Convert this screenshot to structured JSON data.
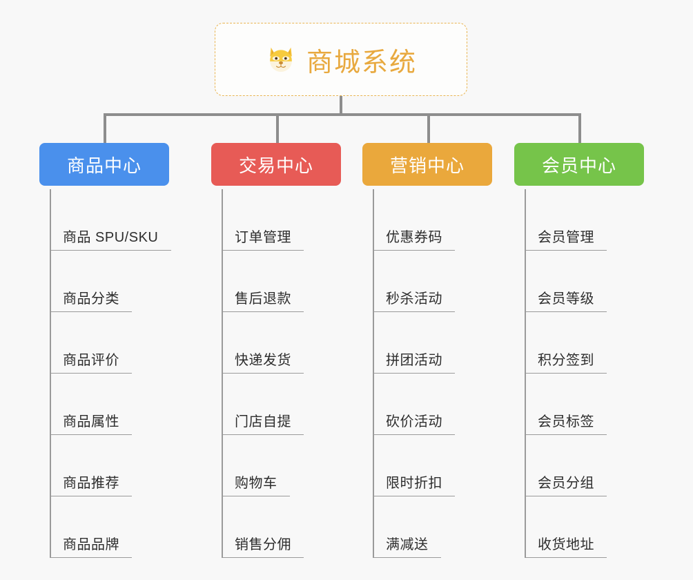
{
  "root": {
    "title": "商城系统",
    "icon": "shiba-dog-face-emoji",
    "title_color": "#e8a93f",
    "border_color": "#e9b552"
  },
  "categories": [
    {
      "label": "商品中心",
      "color": "#4a90ec",
      "items": [
        "商品 SPU/SKU",
        "商品分类",
        "商品评价",
        "商品属性",
        "商品推荐",
        "商品品牌"
      ]
    },
    {
      "label": "交易中心",
      "color": "#e75b56",
      "items": [
        "订单管理",
        "售后退款",
        "快递发货",
        "门店自提",
        "购物车",
        "销售分佣"
      ]
    },
    {
      "label": "营销中心",
      "color": "#eaa83c",
      "items": [
        "优惠券码",
        "秒杀活动",
        "拼团活动",
        "砍价活动",
        "限时折扣",
        "满减送"
      ]
    },
    {
      "label": "会员中心",
      "color": "#76c44a",
      "items": [
        "会员管理",
        "会员等级",
        "积分签到",
        "会员标签",
        "会员分组",
        "收货地址"
      ]
    }
  ],
  "theme": {
    "background": "#f8f8f8",
    "connector_color": "#8d8d8d",
    "item_line_color": "#9a9a9a",
    "item_text_color": "#2d2d2d"
  }
}
